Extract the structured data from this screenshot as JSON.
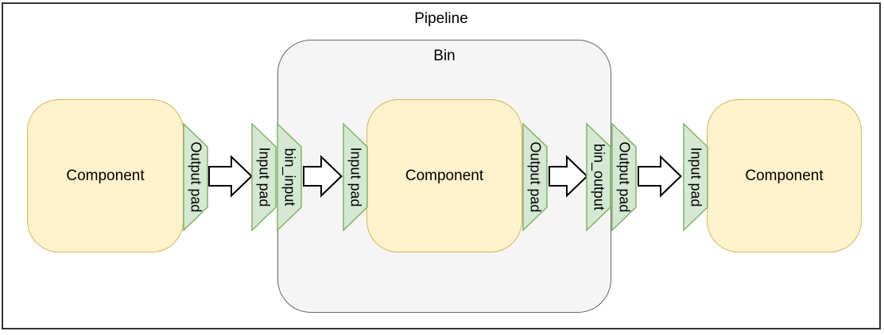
{
  "diagram": {
    "pipeline": {
      "title": "Pipeline"
    },
    "bin": {
      "title": "Bin"
    },
    "components": [
      {
        "label": "Component"
      },
      {
        "label": "Component"
      },
      {
        "label": "Component"
      }
    ],
    "pads": [
      {
        "label": "Output pad",
        "type": "output",
        "attached_to": "component-left"
      },
      {
        "label": "Input pad",
        "type": "input",
        "attached_to": "bin-outside-left"
      },
      {
        "label": "bin_input",
        "type": "ghost",
        "attached_to": "bin-inside-left"
      },
      {
        "label": "Input pad",
        "type": "input",
        "attached_to": "component-middle"
      },
      {
        "label": "Output pad",
        "type": "output",
        "attached_to": "component-middle"
      },
      {
        "label": "bin_output",
        "type": "ghost",
        "attached_to": "bin-inside-right"
      },
      {
        "label": "Output pad",
        "type": "output",
        "attached_to": "bin-outside-right"
      },
      {
        "label": "Input pad",
        "type": "input",
        "attached_to": "component-right"
      }
    ],
    "arrows": [
      {
        "name": "flow-arrow-1",
        "direction": "right"
      },
      {
        "name": "flow-arrow-2",
        "direction": "right"
      },
      {
        "name": "flow-arrow-3",
        "direction": "right"
      },
      {
        "name": "flow-arrow-4",
        "direction": "right"
      }
    ]
  },
  "colors": {
    "canvas_bg": "#ffffff",
    "outer_border": "#333333",
    "bin_fill": "#f5f5f5",
    "bin_border": "#666666",
    "component_fill": "#fff2cc",
    "component_border": "#d6b656",
    "pad_fill": "#d5e8d4",
    "pad_border": "#82b366",
    "arrow_fill": "#ffffff",
    "arrow_border": "#000000",
    "text": "#000000"
  }
}
